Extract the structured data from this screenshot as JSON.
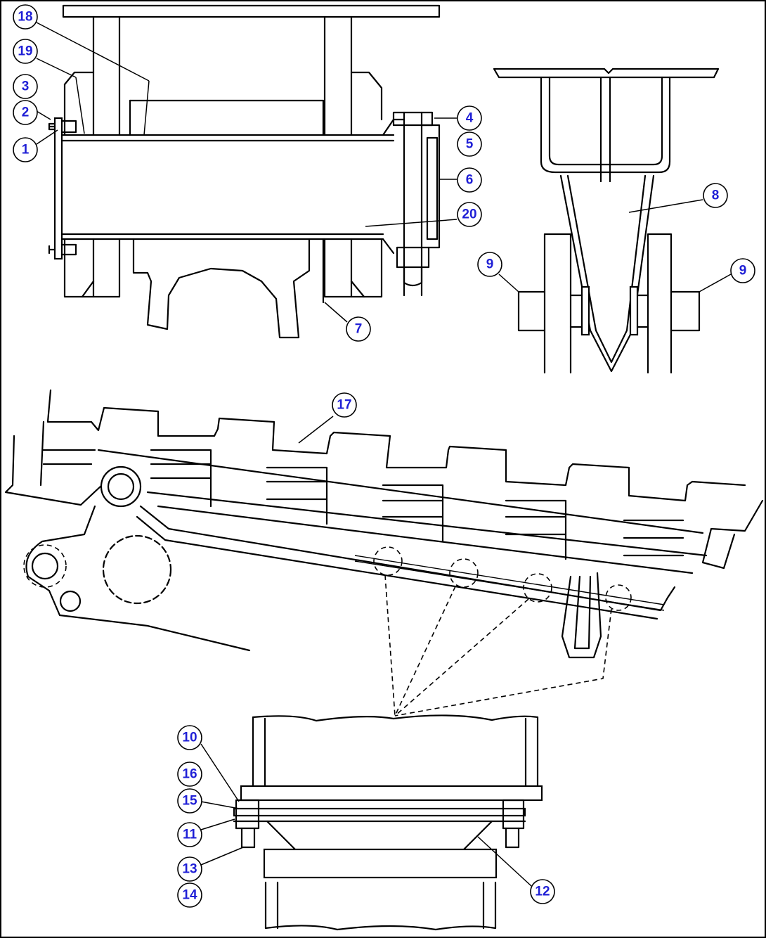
{
  "callouts": [
    {
      "id": "c18",
      "label": "18"
    },
    {
      "id": "c19",
      "label": "19"
    },
    {
      "id": "c3",
      "label": "3"
    },
    {
      "id": "c2",
      "label": "2"
    },
    {
      "id": "c1",
      "label": "1"
    },
    {
      "id": "c4",
      "label": "4"
    },
    {
      "id": "c5",
      "label": "5"
    },
    {
      "id": "c6",
      "label": "6"
    },
    {
      "id": "c20",
      "label": "20"
    },
    {
      "id": "c7",
      "label": "7"
    },
    {
      "id": "c8",
      "label": "8"
    },
    {
      "id": "c9a",
      "label": "9"
    },
    {
      "id": "c9b",
      "label": "9"
    },
    {
      "id": "c17",
      "label": "17"
    },
    {
      "id": "c10",
      "label": "10"
    },
    {
      "id": "c16",
      "label": "16"
    },
    {
      "id": "c15",
      "label": "15"
    },
    {
      "id": "c11",
      "label": "11"
    },
    {
      "id": "c13",
      "label": "13"
    },
    {
      "id": "c14",
      "label": "14"
    },
    {
      "id": "c12",
      "label": "12"
    }
  ],
  "colors": {
    "callout_text": "#1f1fd6",
    "line": "#000000",
    "background": "#ffffff"
  }
}
